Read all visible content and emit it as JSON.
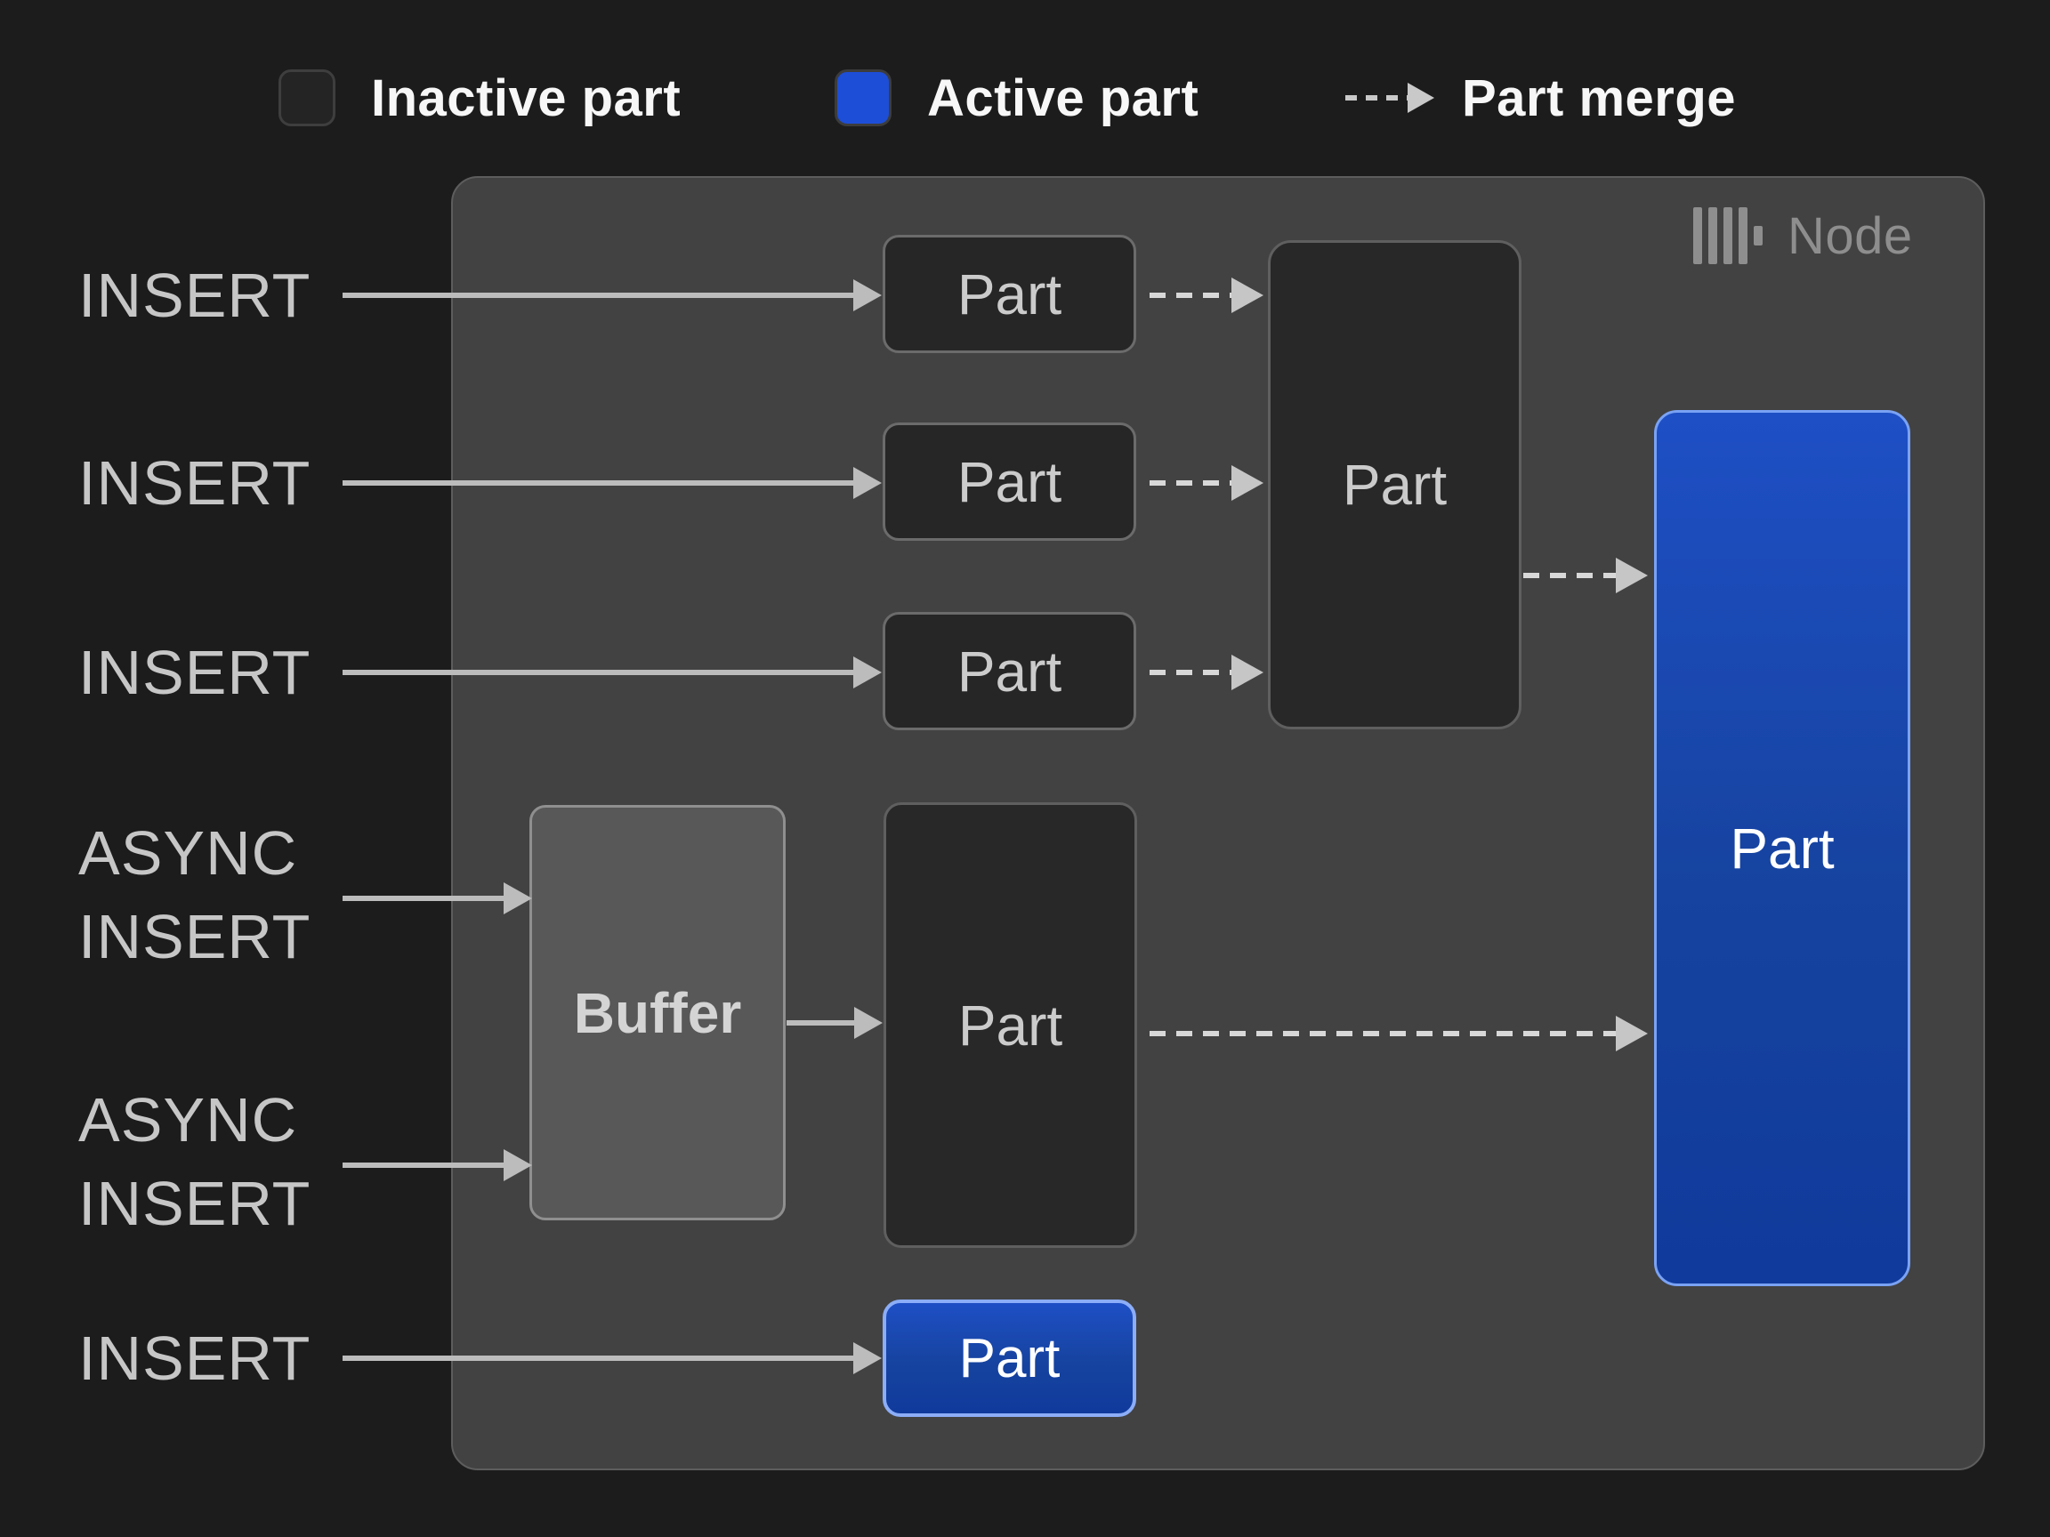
{
  "legend": {
    "inactive_label": "Inactive part",
    "active_label": "Active part",
    "merge_label": "Part merge"
  },
  "node": {
    "label": "Node",
    "logo": "clickhouse-logo-icon"
  },
  "inputs": {
    "insert_1": "INSERT",
    "insert_2": "INSERT",
    "insert_3": "INSERT",
    "async_1": [
      "ASYNC",
      "INSERT"
    ],
    "async_2": [
      "ASYNC",
      "INSERT"
    ],
    "insert_4": "INSERT"
  },
  "blocks": {
    "part_1": "Part",
    "part_2": "Part",
    "part_3": "Part",
    "merged_part": "Part",
    "buffer": "Buffer",
    "buffered_part": "Part",
    "active_part_large": "Part",
    "active_part_small": "Part"
  },
  "colors": {
    "background": "#1c1c1c",
    "node_background": "#424242",
    "node_border": "#5d5d5d",
    "inactive_part_fill": "#262626",
    "inactive_part_border": "#6b6b6b",
    "buffer_fill": "#585858",
    "active_blue": "#1d4ed8",
    "active_gradient_top": "#1e4fc5",
    "active_gradient_bottom": "#103a9c",
    "active_border": "#7aa2f4",
    "solid_arrow": "#bcbcbc",
    "dashed_arrow": "#d8d8d8",
    "label_text": "#c6c6c6",
    "legend_text": "#f7f7f7",
    "node_label_text": "#8e8e8e"
  }
}
